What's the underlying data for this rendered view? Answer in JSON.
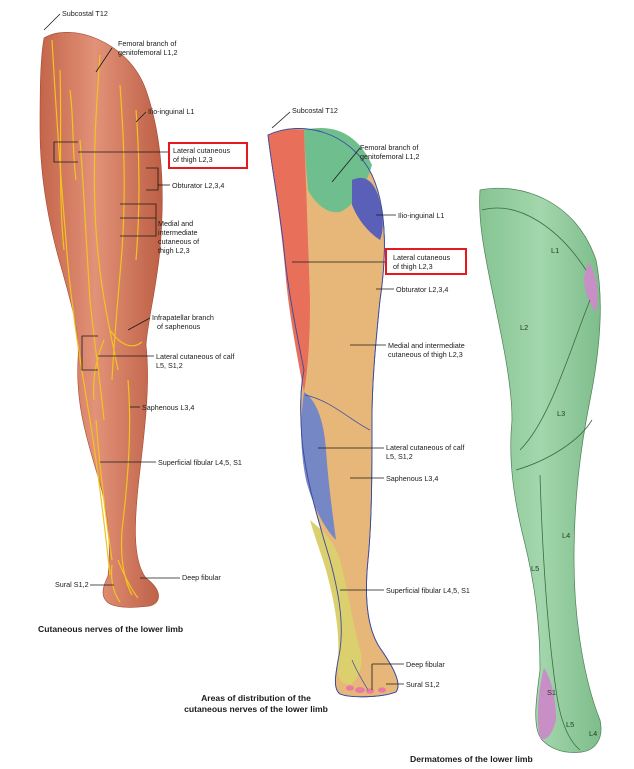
{
  "left_figure": {
    "caption": "Cutaneous nerves of the lower limb",
    "labels": {
      "subcostal": "Subcostal T12",
      "femoral_branch_1": "Femoral branch of",
      "femoral_branch_2": "genitofemoral L1,2",
      "ilio_inguinal": "Ilio-inguinal L1",
      "lateral_cutaneous_thigh_1": "Lateral cutaneous",
      "lateral_cutaneous_thigh_2": "of thigh L2,3",
      "obturator": "Obturator L2,3,4",
      "medial_1": "Medial and",
      "medial_2": "intermediate",
      "medial_3": "cutaneous of",
      "medial_4": "thigh L2,3",
      "infrapatellar_1": "Infrapatellar branch",
      "infrapatellar_2": "of saphenous",
      "lateral_calf_1": "Lateral cutaneous of calf",
      "lateral_calf_2": "L5, S1,2",
      "saphenous": "Saphenous L3,4",
      "superficial_fibular": "Superficial fibular L4,5, S1",
      "deep_fibular": "Deep fibular",
      "sural": "Sural S1,2"
    }
  },
  "middle_figure": {
    "caption_1": "Areas of distribution of the",
    "caption_2": "cutaneous nerves of the lower limb",
    "labels": {
      "subcostal": "Subcostal T12",
      "femoral_branch_1": "Femoral branch of",
      "femoral_branch_2": "genitofemoral L1,2",
      "ilio_inguinal": "Ilio-inguinal L1",
      "lateral_cutaneous_thigh_1": "Lateral cutaneous",
      "lateral_cutaneous_thigh_2": "of thigh L2,3",
      "obturator": "Obturator L2,3,4",
      "medial_1": "Medial and intermediate",
      "medial_2": "cutaneous of thigh L2,3",
      "lateral_calf_1": "Lateral cutaneous of calf",
      "lateral_calf_2": "L5, S1,2",
      "saphenous": "Saphenous L3,4",
      "superficial_fibular": "Superficial fibular L4,5, S1",
      "deep_fibular": "Deep fibular",
      "sural": "Sural S1,2"
    }
  },
  "right_figure": {
    "caption": "Dermatomes of the lower limb",
    "labels": {
      "l1": "L1",
      "l2": "L2",
      "l3": "L3",
      "l4": "L4",
      "l5_mid": "L5",
      "s1": "S1",
      "l5_foot": "L5",
      "l4_foot": "L4"
    }
  },
  "colors": {
    "skin": "#d9856a",
    "skin_dark": "#b8593f",
    "nerve": "#f2c321",
    "highlight": "#e8191c",
    "lateral_thigh_region": "#e8705a",
    "femoral_region": "#6fbf8e",
    "ilio_inguinal_region": "#5a5fb8",
    "obturator_region": "#e3b070",
    "saphenous_region": "#e9bd86",
    "lateral_calf_region": "#7587c4",
    "superficial_fibular_region": "#dccf6e",
    "dermatome_green": "#8fca9a",
    "dermatome_purple": "#c88ec6"
  }
}
